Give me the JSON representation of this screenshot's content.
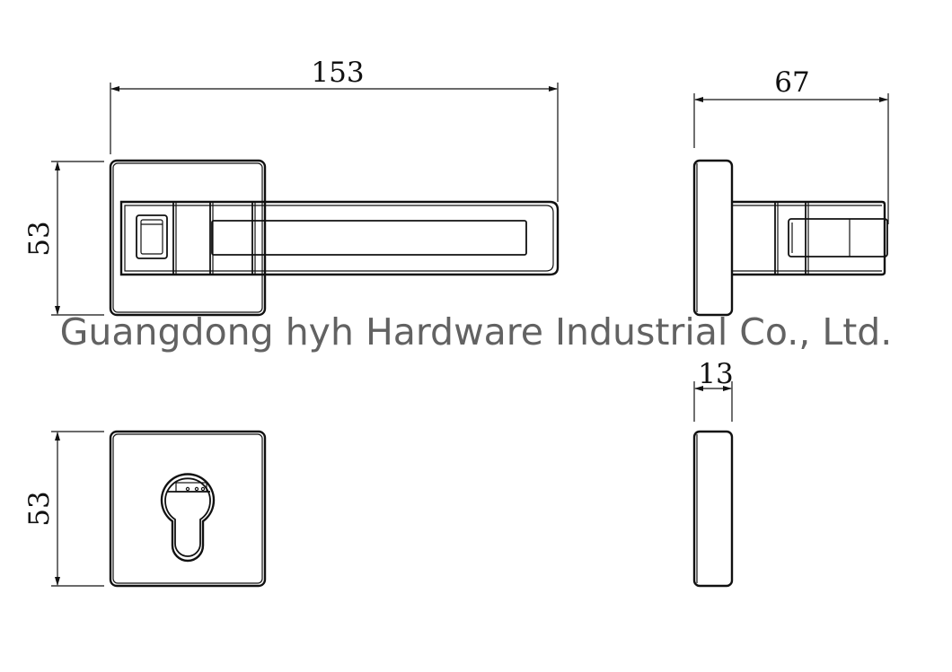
{
  "dimensions": {
    "handle_length": "153",
    "handle_projection": "67",
    "rose_height_top": "53",
    "rose_height_bottom": "53",
    "escutcheon_thickness": "13"
  },
  "watermark": {
    "text": "Guangdong hyh Hardware Industrial Co., Ltd."
  },
  "colors": {
    "line": "#111111",
    "watermark": "#555555",
    "background": "#ffffff"
  }
}
